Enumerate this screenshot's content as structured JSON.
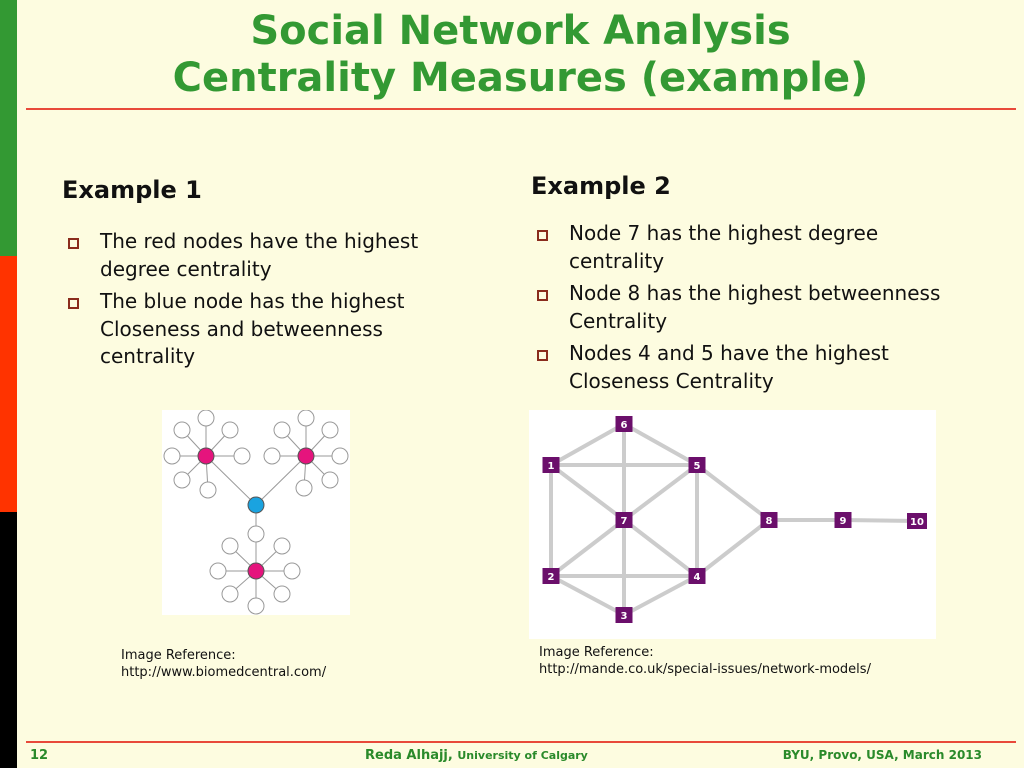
{
  "slide": {
    "title_line1": "Social Network Analysis",
    "title_line2": "Centrality Measures (example)",
    "colors": {
      "title": "#339933",
      "accent_rule": "#e8493a",
      "background": "#fdfce0"
    }
  },
  "example1": {
    "heading": "Example 1",
    "bullets": [
      "The red nodes have the highest degree centrality",
      "The blue node has the highest Closeness and betweenness centrality"
    ],
    "reference_label": "Image Reference:",
    "reference_url": "http://www.biomedcentral.com/",
    "node_colors": {
      "hub": "#e5147d",
      "center": "#1aa3e0",
      "leaf": "#ffffff"
    }
  },
  "example2": {
    "heading": "Example 2",
    "bullets": [
      "Node 7 has the highest degree centrality",
      "Node 8 has the highest betweenness Centrality",
      "Nodes 4 and 5 have the highest Closeness Centrality"
    ],
    "reference_label": "Image Reference:",
    "reference_url": "http://mande.co.uk/special-issues/network-models/",
    "node_labels": [
      "1",
      "2",
      "3",
      "4",
      "5",
      "6",
      "7",
      "8",
      "9",
      "10"
    ],
    "node_color": "#6b0f6b",
    "edge_color": "#cccccc"
  },
  "footer": {
    "page_number": "12",
    "author": "Reda Alhajj,",
    "affiliation": "University of Calgary",
    "venue": "BYU, Provo, USA,  March 2013"
  }
}
